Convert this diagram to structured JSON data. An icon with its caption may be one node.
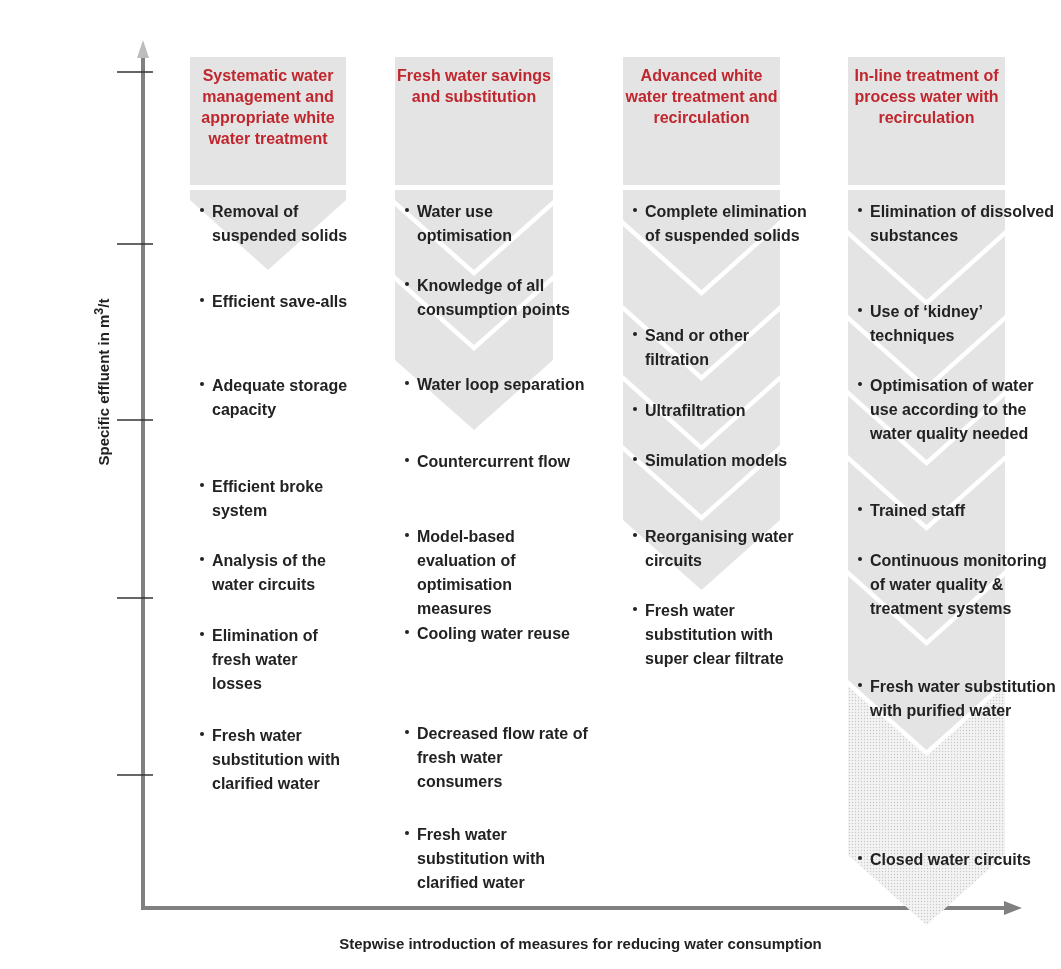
{
  "diagram": {
    "nodes": [
      {
        "text": [
          "Systematic water management and appropriate white water treatment",
          "Removal of suspended solids",
          "Efficient save-alls",
          "Adequate storage capacity",
          "Efficient broke system",
          "Analysis of the water circuits",
          "Elimination of fresh water losses",
          "Fresh water substitution with clarified water"
        ]
      },
      {
        "text": [
          "Fresh water savings and substitution",
          "Water use optimisation",
          "Knowledge of all consumption points",
          "Water loop separation",
          "Countercurrent flow",
          "Model-based evaluation of optimisation measures",
          "Cooling water reuse",
          "Decreased flow rate of fresh water consumers",
          "Fresh water substitution with clarified water"
        ]
      },
      {
        "text": [
          "Advanced white water treatment and recirculation",
          "Complete elimination of suspended solids",
          "Sand or other filtration",
          "Ultrafiltration",
          "Simulation models",
          "Reorganising water circuits",
          "Fresh water substitution with super clear filtrate"
        ]
      },
      {
        "text": [
          "In-line treatment of process water with recirculation",
          "Elimination of dissolved substances",
          "Use of ‘kidney’ techniques",
          "Optimisation of water use according to the water quality needed",
          "Trained staff",
          "Continuous monitoring of water quality & treatment systems",
          "Fresh water substitution with purified water",
          "Closed water circuits"
        ]
      }
    ],
    "labels": [
      "Specific effluent in m$^{3}$/t",
      "Stepwise introduction of measures for reducing water consumption"
    ]
  }
}
